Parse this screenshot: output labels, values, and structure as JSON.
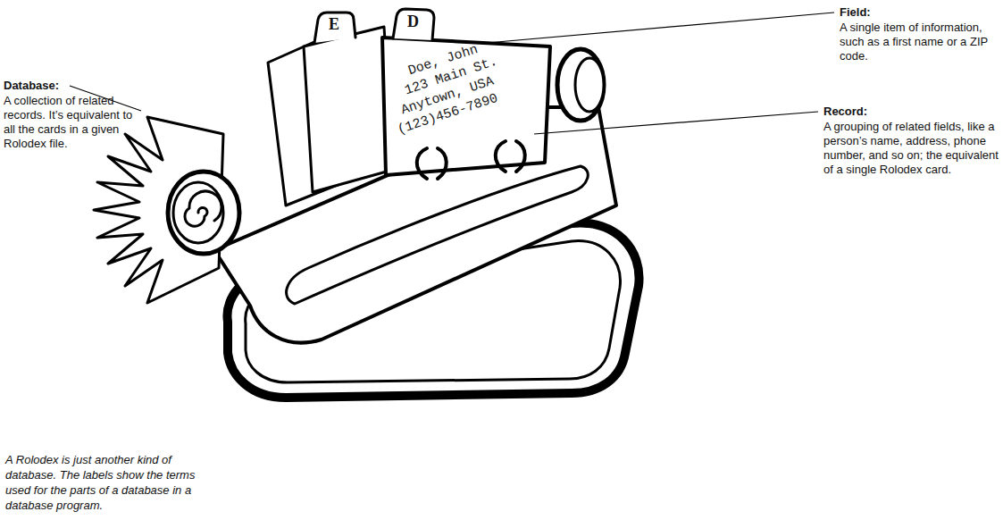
{
  "diagram": {
    "caption": "A Rolodex is just another kind of database. The labels show the terms used for the parts of a database in a database program.",
    "labels": [
      "Field:",
      "A single item of information, such as a first name or a ZIP code.",
      "Record:",
      "A grouping of related fields, like a person’s name, address, phone number, and so on; the equivalent of a single Rolodex card.",
      "Database:",
      "A collection of related records. It’s equivalent to all the cards in a given Rolodex file.",
      "Doe, John",
      "123 Main St.",
      "Anytown, USA",
      "(123)456-7890",
      "E",
      "D"
    ]
  }
}
